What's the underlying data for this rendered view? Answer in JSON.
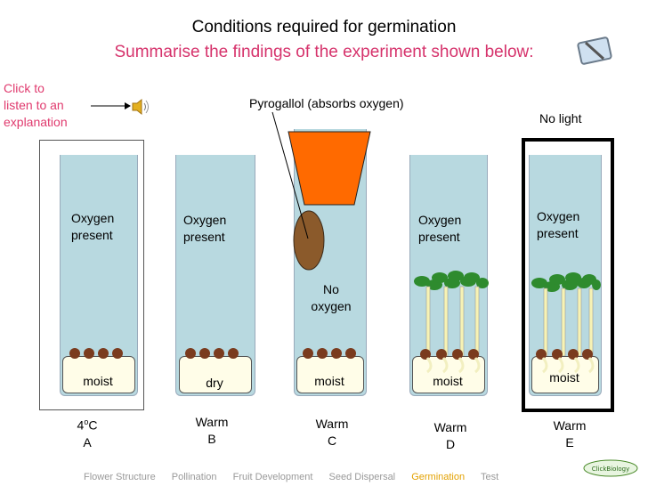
{
  "title": "Conditions required for germination",
  "subtitle": "Summarise the findings of the experiment shown below:",
  "click_line1": "Click to",
  "click_line2": "listen to an",
  "click_line3": "explanation",
  "pyrogallol_label": "Pyrogallol (absorbs oxygen)",
  "no_light_label": "No light",
  "tubes": [
    {
      "l1": "Oxygen",
      "l2": "present",
      "medium": "moist",
      "temp_num": "4",
      "temp_sup": "o",
      "temp_unit": "C",
      "id": "A"
    },
    {
      "l1": "Oxygen",
      "l2": "present",
      "medium": "dry",
      "temp": "Warm",
      "id": "B"
    },
    {
      "l1": "No",
      "l2": "oxygen",
      "medium": "moist",
      "temp": "Warm",
      "id": "C"
    },
    {
      "l1": "Oxygen",
      "l2": "present",
      "medium": "moist",
      "temp": "Warm",
      "id": "D"
    },
    {
      "l1": "Oxygen",
      "l2": "present",
      "medium": "moist",
      "temp": "Warm",
      "id": "E"
    }
  ],
  "nav": [
    "Flower Structure",
    "Pollination",
    "Fruit Development",
    "Seed Dispersal",
    "Germination",
    "Test"
  ],
  "nav_active": "Germination",
  "logo_text": "ClickBiology",
  "colors": {
    "tube": "#b8d9e0",
    "seed": "#7a3b1e",
    "stopper": "#ff6a00",
    "pyrogallol": "#8b5a2b",
    "subtitle": "#d6336c",
    "nav_active": "#e3a100"
  },
  "icons": [
    "speaker-icon",
    "notepad-icon"
  ]
}
